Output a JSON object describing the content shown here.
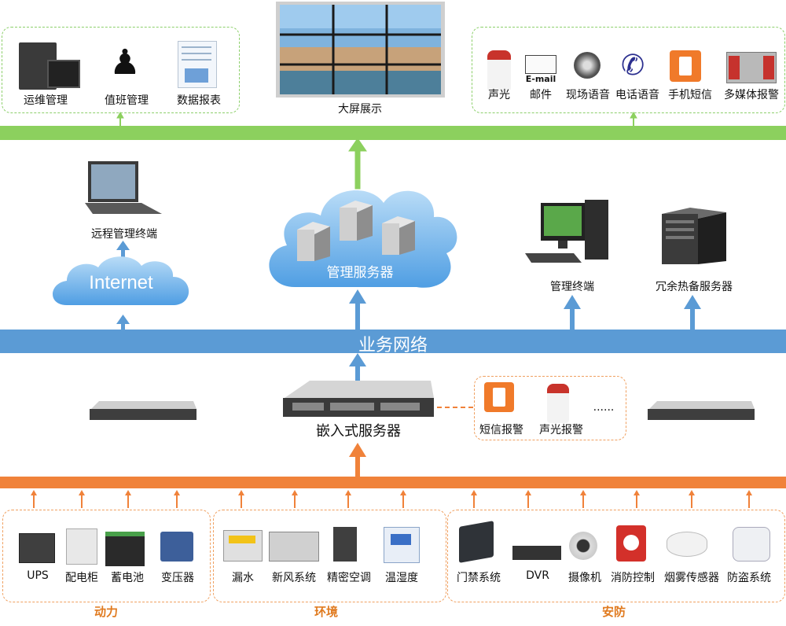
{
  "top_left_items": [
    "运维管理",
    "值班管理",
    "数据报表"
  ],
  "video_wall_label": "大屏展示",
  "alarm_items": [
    "声光",
    "邮件",
    "现场语音",
    "电话语音",
    "手机短信",
    "多媒体报警"
  ],
  "email_icon_text": "E-mail",
  "remote_terminal_label": "远程管理终端",
  "internet_label": "Internet",
  "mgmt_server_label": "管理服务器",
  "mgmt_terminal_label": "管理终端",
  "redundant_server_label": "冗余热备服务器",
  "business_network_label": "业务网络",
  "embedded_server_label": "嵌入式服务器",
  "embedded_alarm_items": [
    "短信报警",
    "声光报警"
  ],
  "embedded_alarm_more": "......",
  "groups": [
    {
      "name": "动力",
      "items": [
        "UPS",
        "配电柜",
        "蓄电池",
        "变压器"
      ]
    },
    {
      "name": "环境",
      "items": [
        "漏水",
        "新风系统",
        "精密空调",
        "温湿度"
      ]
    },
    {
      "name": "安防",
      "items": [
        "门禁系统",
        "DVR",
        "摄像机",
        "消防控制",
        "烟雾传感器",
        "防盗系统"
      ]
    }
  ],
  "colors": {
    "green_bus": "#8cd05e",
    "blue_bus": "#5b9bd5",
    "orange_bus": "#f0823a"
  }
}
